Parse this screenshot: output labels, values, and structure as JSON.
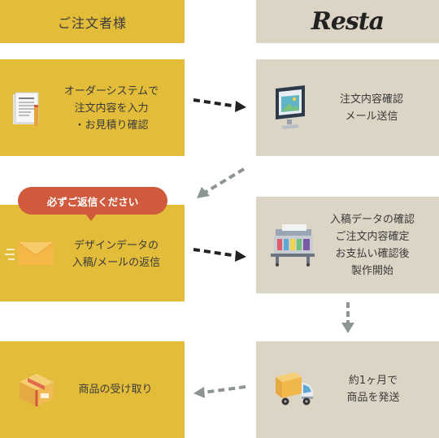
{
  "header": {
    "left_title": "ご注文者様",
    "right_logo": "Resta"
  },
  "steps": {
    "order_system": "オーダーシステムで\n注文内容を入力\n・お見積り確認",
    "order_confirm_mail": "注文内容確認\nメール送信",
    "reply_badge": "必ずご返信ください",
    "design_reply": "デザインデータの\n入稿/メールの返信",
    "production": "入稿データの確認\nご注文内容確定\nお支払い確認後\n製作開始",
    "shipping": "約1ヶ月で\n商品を発送",
    "receive": "商品の受け取り"
  },
  "colors": {
    "customer_box": "#e3bd3a",
    "resta_box": "#dcd5c6",
    "badge": "#cf5a3e",
    "arrow_dark": "#222222",
    "arrow_gray": "#8c9590"
  },
  "icons": [
    "document-icon",
    "monitor-icon",
    "envelope-icon",
    "printer-icon",
    "delivery-truck-icon",
    "package-icon"
  ]
}
